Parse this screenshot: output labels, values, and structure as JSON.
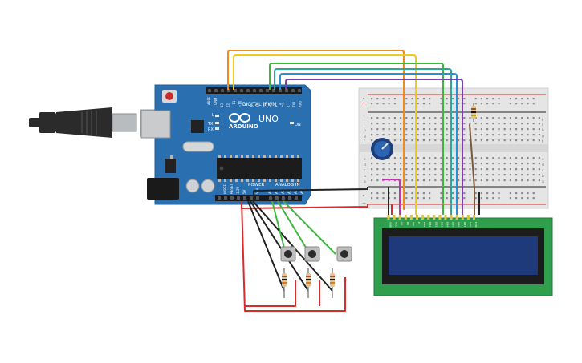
{
  "board": {
    "brand": "ARDUINO",
    "model": "UNO",
    "digital_label": "DIGITAL (PWM ~)",
    "power_label": "POWER",
    "analog_label": "ANALOG IN",
    "aref": "AREF",
    "gnd": "GND",
    "tx": "TX",
    "rx": "RX",
    "l": "L",
    "on": "ON",
    "ioref": "IOREF",
    "reset": "RESET",
    "v33": "3.3V",
    "v5": "5V",
    "vin": "VIN",
    "analog_pins": [
      "A0",
      "A1",
      "A2",
      "A3",
      "A4",
      "A5"
    ],
    "digital_pins": [
      "13",
      "12",
      "~11",
      "~10",
      "~9",
      "8",
      "7",
      "~6",
      "~5",
      "4",
      "~3",
      "2",
      "TX1",
      "RX0"
    ]
  },
  "breadboard": {
    "rail_plus": "+",
    "rail_minus": "-",
    "row_letters_top": [
      "j",
      "i",
      "h",
      "g",
      "f"
    ],
    "row_letters_bottom": [
      "e",
      "d",
      "c",
      "b",
      "a"
    ]
  },
  "lcd": {
    "pin_labels": [
      "GND",
      "VCC",
      "V0",
      "RS",
      "RW",
      "E",
      "DB0",
      "DB1",
      "DB2",
      "DB3",
      "DB4",
      "DB5",
      "DB6",
      "DB7",
      "LED+",
      "LED-"
    ]
  },
  "colors": {
    "board": "#2a6faf",
    "wire_orange": "#f08c1c",
    "wire_yellow": "#f2c81e",
    "wire_green": "#3db63d",
    "wire_teal": "#2aa8a0",
    "wire_blue": "#2c8fd6",
    "wire_purple": "#7b3fb0",
    "wire_red": "#d62c2c",
    "wire_black": "#222222",
    "wire_magenta": "#c52fb0",
    "lcd_board": "#2f9e4d",
    "lcd_screen": "#1f3a7a"
  }
}
